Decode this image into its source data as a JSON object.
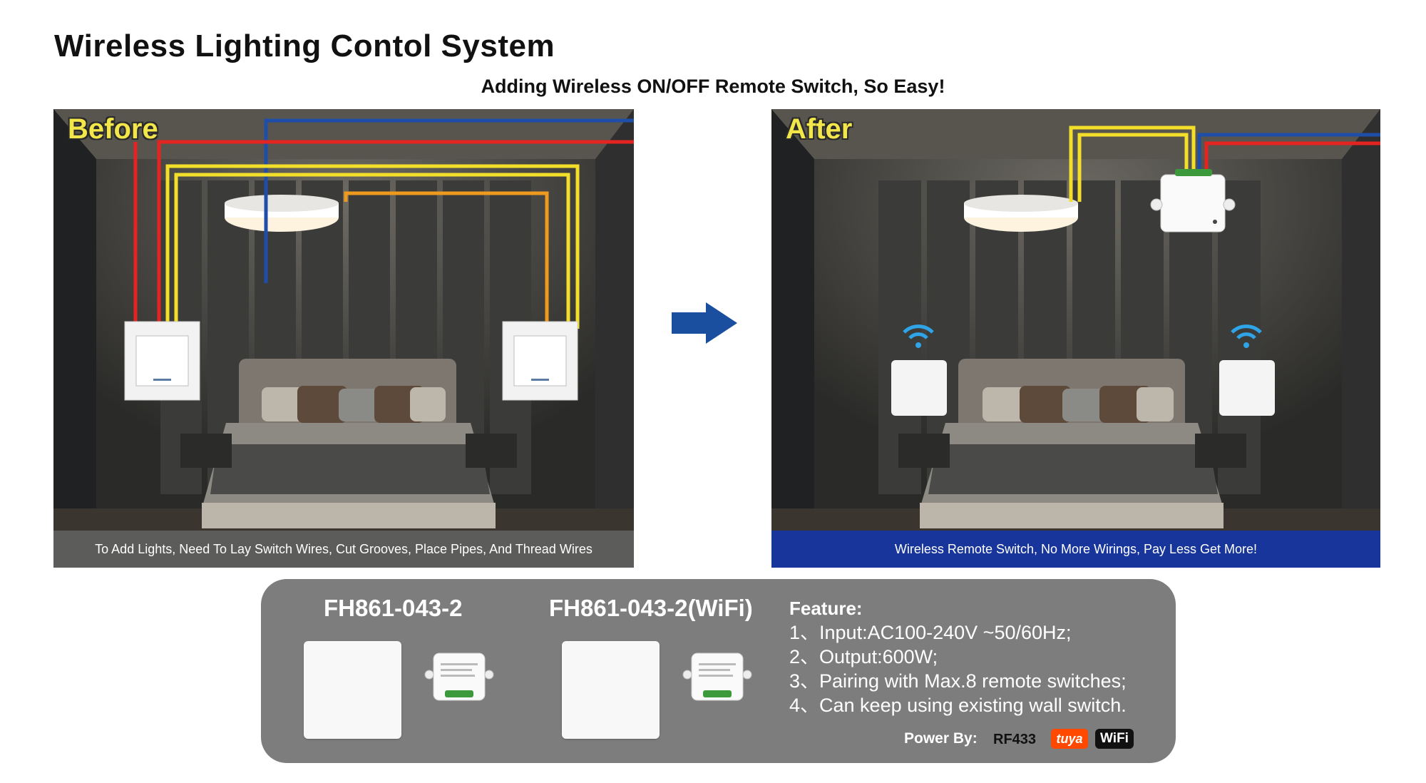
{
  "header": {
    "title": "Wireless Lighting Contol System",
    "subtitle": "Adding Wireless ON/OFF Remote Switch, So Easy!"
  },
  "before_panel": {
    "tag": "Before",
    "caption": "To Add Lights, Need To Lay Switch Wires, Cut Grooves, Place Pipes, And Thread Wires"
  },
  "after_panel": {
    "tag": "After",
    "caption": "Wireless Remote Switch, No More Wirings, Pay Less Get More!"
  },
  "products": {
    "model_1": "FH861-043-2",
    "model_2": "FH861-043-2(WiFi)"
  },
  "features": {
    "title": "Feature:",
    "items": [
      "1、Input:AC100-240V ~50/60Hz;",
      "2、Output:600W;",
      "3、Pairing with Max.8 remote switches;",
      "4、Can keep using existing wall switch."
    ]
  },
  "power": {
    "label": "Power By:",
    "rf": "RF433",
    "tuya": "tuya",
    "wifi": "WiFi"
  },
  "colors": {
    "wire_red": "#e52421",
    "wire_blue": "#1f4ea8",
    "wire_yellow": "#f3df2a",
    "wire_orange": "#ee9a1e",
    "caption_blue": "#17359a",
    "card_grey": "#7d7d7d",
    "arrow_blue": "#1a4f9f"
  },
  "icons": [
    "arrow-right-icon",
    "wifi-icon",
    "receiver-module-icon",
    "ceiling-lamp-icon"
  ]
}
